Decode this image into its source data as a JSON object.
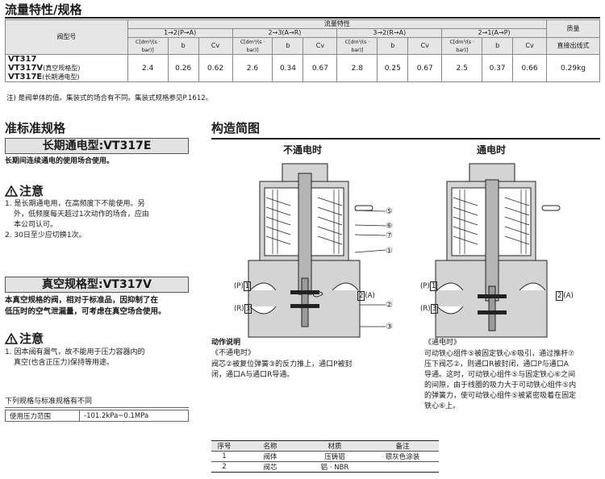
{
  "flow_section": {
    "title": "流量特性/规格",
    "headers": {
      "model": "阀型号",
      "flow": "流量特性",
      "mass": "质量",
      "paths": [
        "1→2(P→A)",
        "2→3(A→R)",
        "3→2(R→A)",
        "2→1(A→P)"
      ],
      "sub": {
        "c": "C[dm³/(s · bar)]",
        "b": "b",
        "cv": "Cv"
      },
      "mass_sub": "直接出线式"
    },
    "models": [
      {
        "name": "VT317",
        "suffix": ""
      },
      {
        "name": "VT317V",
        "suffix": "(真空规格型)"
      },
      {
        "name": "VT317E",
        "suffix": "(长期通电型)"
      }
    ],
    "values": [
      "2.4",
      "0.26",
      "0.62",
      "2.6",
      "0.34",
      "0.67",
      "2.8",
      "0.25",
      "0.67",
      "2.5",
      "0.37",
      "0.66"
    ],
    "mass_value": "0.29kg",
    "note": "注) 是阀单体的值。集装式的场合有不同。集装式规格参见P.1612。"
  },
  "left": {
    "title": "准标准规格",
    "longterm_label": "长期通电型:VT317E",
    "longterm_desc": "长期间连续通电的使用场合使用。",
    "caution_title": "注意",
    "caution1": [
      "1. 是长期通电用，在高频度下不能使用。另",
      "外，低频度每天超过1次动作的场合，应由",
      "本公司认可。",
      "2. 30日至少应切换1次。"
    ],
    "vacuum_label": "真空规格型:VT317V",
    "vacuum_desc": [
      "本真空规格的阀，相对于标准品，因抑制了在",
      "低压时的空气泄漏量，可考虑在真空场合使用。"
    ],
    "caution2": [
      "1. 因本阀有漏气，故不能用于压力容器内的",
      "真空(也含正压力)保持等用途。"
    ],
    "diff_title": "下列规格与标准规格有不同",
    "diff_row": {
      "label": "使用压力范围",
      "value": "-101.2kPa~0.1MPa"
    }
  },
  "right": {
    "title": "构造简图",
    "label_off": "不通电时",
    "label_on": "通电时",
    "callouts": [
      "⑤",
      "⑥",
      "⑦",
      "①",
      "②",
      "③"
    ],
    "ports": {
      "p": "(P)",
      "r": "(R)",
      "a": "(A)",
      "n1": "1",
      "n3": "3",
      "n2": "2"
    },
    "op_title": "动作说明",
    "off_title": "《不通电时》",
    "off_text": [
      "阀芯②被复位弹簧③的反力推上，通口P被封",
      "闭，通口A与通口R导通。"
    ],
    "on_title": "《通电时》",
    "on_text": [
      "可动铁心组件⑤被固定铁心⑥吸引，通过推杆⑦",
      "压下阀芯②，则通口R被封闭，通口P与通口A",
      "导通。这时，可动铁心组件⑤与固定铁心⑥之间",
      "的间隙，由于线圈的吸力大于可动铁心组件⑤内",
      "的弹簧力，使可动铁心组件⑤被紧密吸着在固定",
      "铁心⑥上。"
    ],
    "parts_header": [
      "序号",
      "名称",
      "材质",
      "备注"
    ],
    "parts": [
      [
        "1",
        "阀体",
        "压铸铝",
        "银灰色涂装"
      ],
      [
        "2",
        "阀芯",
        "铝 · NBR",
        ""
      ]
    ]
  }
}
